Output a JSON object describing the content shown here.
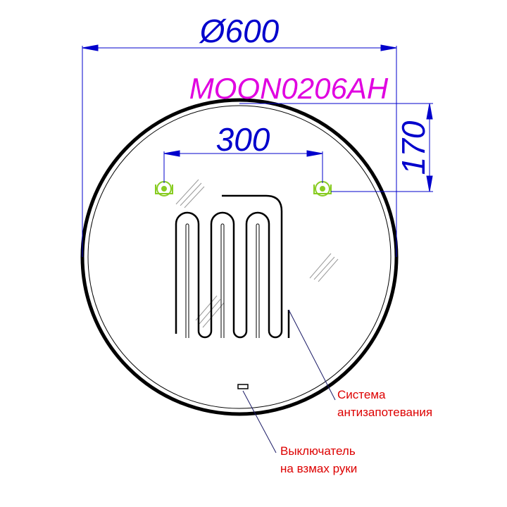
{
  "dimensions": {
    "diameter": "Ø600",
    "hook_spacing": "300",
    "hook_offset": "170"
  },
  "model": "MOON0206AH",
  "labels": {
    "antifog": {
      "line1": "Система",
      "line2": "антизапотевания"
    },
    "switch": {
      "line1": "Выключатель",
      "line2": "на взмах руки"
    }
  },
  "colors": {
    "dimension": "#0000cc",
    "model": "#e000e0",
    "label": "#dd0000",
    "outline": "#000000",
    "hook": "#88cc22",
    "leader": "#1a1a66"
  }
}
